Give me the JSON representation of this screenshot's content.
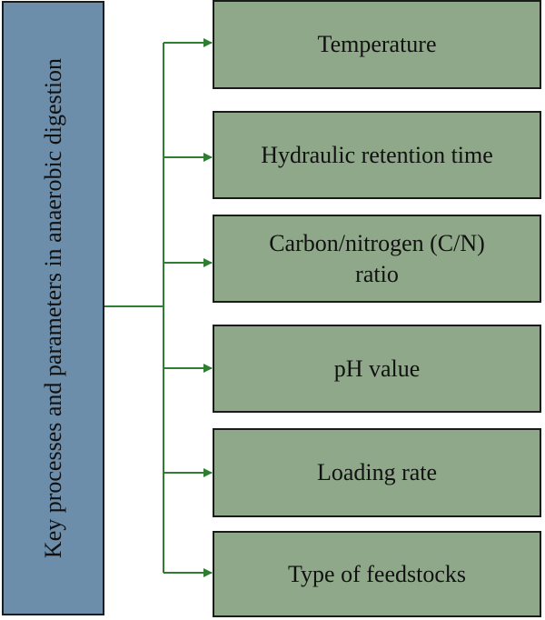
{
  "root": {
    "label": "Key processes and parameters in anaerobic digestion"
  },
  "parameters": [
    {
      "label": "Temperature"
    },
    {
      "label": "Hydraulic retention time"
    },
    {
      "label": "Carbon/nitrogen (C/N) ratio"
    },
    {
      "label": "pH value"
    },
    {
      "label": "Loading rate"
    },
    {
      "label": "Type of feedstocks"
    }
  ],
  "colors": {
    "root_fill": "#6c8eaa",
    "param_fill": "#8fa889",
    "connector": "#2e7d32",
    "border": "#1b1b1b"
  }
}
